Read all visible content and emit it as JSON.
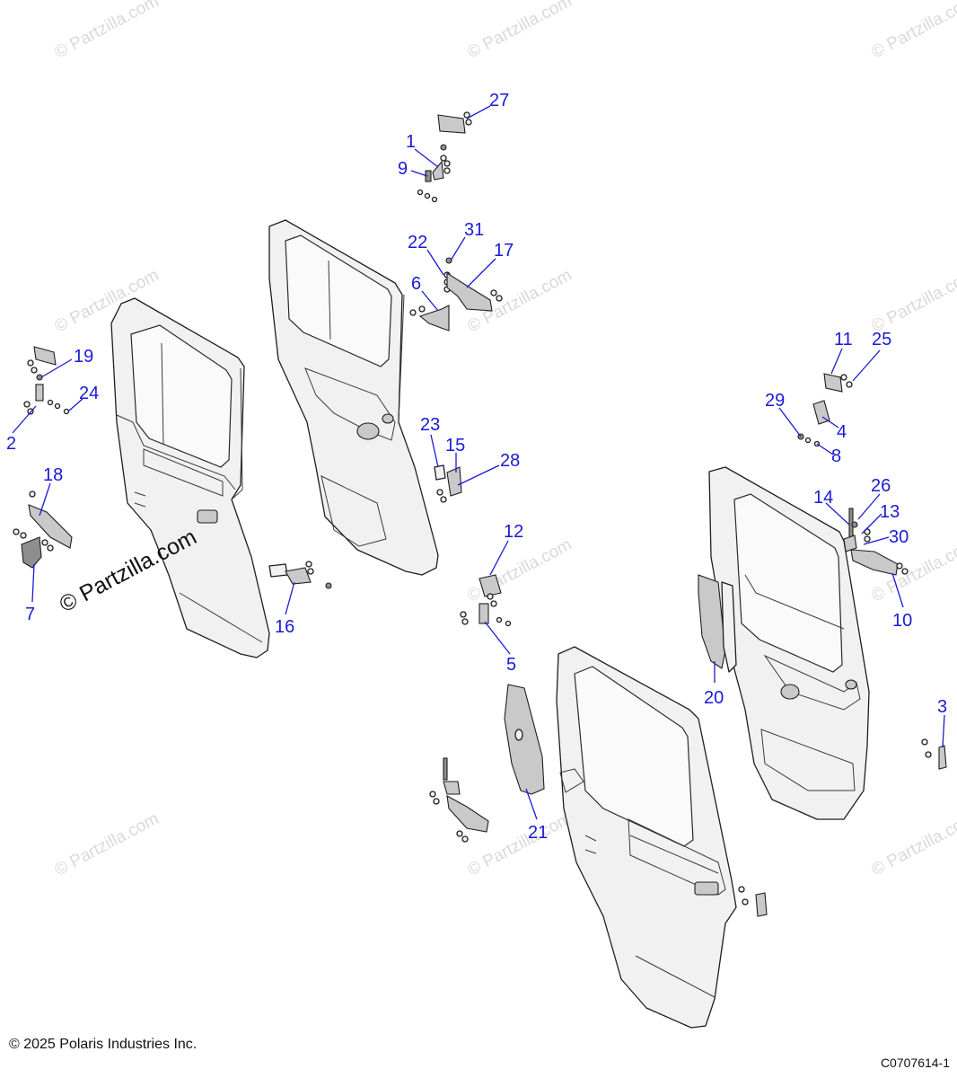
{
  "brand_stamp": "© Partzilla.com",
  "watermark_text": "© Partzilla.com",
  "copyright": "© 2025 Polaris Industries Inc.",
  "diagram_code": "C0707614-1",
  "accent_color": "#1a1ad6",
  "callouts": [
    "1",
    "2",
    "3",
    "4",
    "5",
    "6",
    "7",
    "8",
    "9",
    "10",
    "11",
    "12",
    "13",
    "14",
    "15",
    "16",
    "17",
    "18",
    "19",
    "20",
    "21",
    "22",
    "23",
    "24",
    "25",
    "26",
    "27",
    "28",
    "29",
    "30",
    "31"
  ]
}
